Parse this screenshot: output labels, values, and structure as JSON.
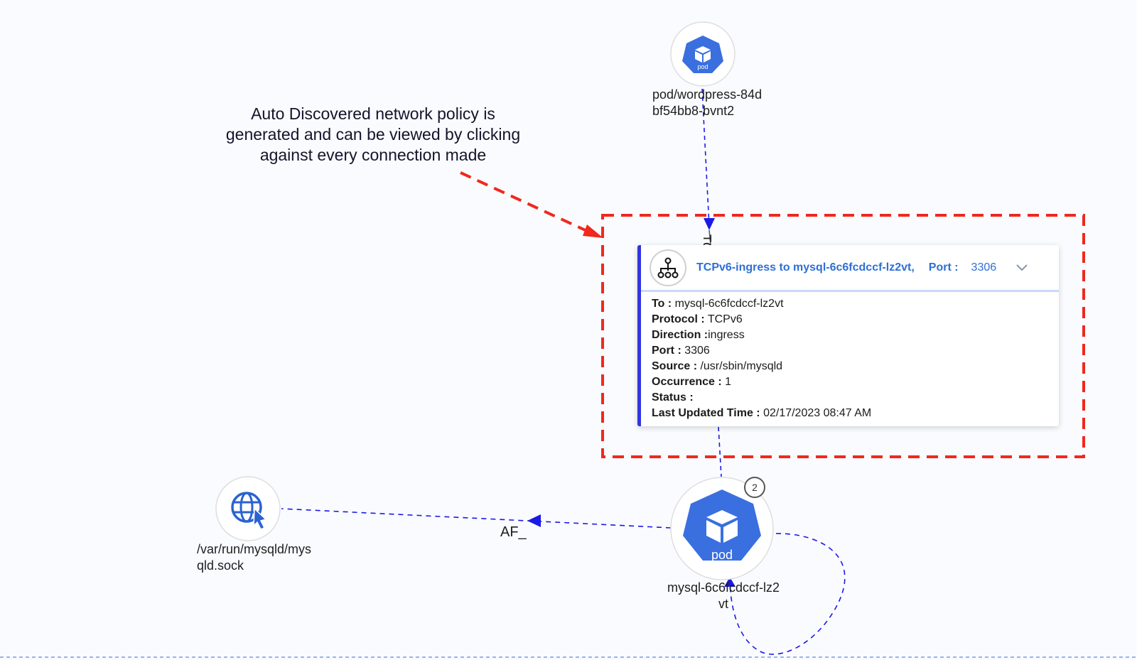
{
  "annotation": {
    "line1": "Auto Discovered network policy is",
    "line2": "generated and can be viewed by clicking",
    "line3": "against every connection made"
  },
  "nodes": {
    "wordpress": {
      "line1": "pod/wordpress-84d",
      "line2": "bf54bb8-bvnt2",
      "icon_text": "pod"
    },
    "mysql": {
      "line1": "mysql-6c6fcdccf-lz2",
      "line2": "vt",
      "icon_text": "pod",
      "badge": "2"
    },
    "socket": {
      "line1": "/var/run/mysqld/mys",
      "line2": "qld.sock"
    }
  },
  "edges": {
    "af_label": "AF_",
    "tc_label": "TC"
  },
  "card": {
    "title": "TCPv6-ingress to mysql-6c6fcdccf-lz2vt,",
    "port_label": "Port :",
    "port_value": "3306",
    "rows": [
      {
        "key": "To :",
        "value": " mysql-6c6fcdccf-lz2vt"
      },
      {
        "key": "Protocol :",
        "value": " TCPv6"
      },
      {
        "key": "Direction :",
        "value": "ingress"
      },
      {
        "key": "Port :",
        "value": " 3306"
      },
      {
        "key": "Source :",
        "value": " /usr/sbin/mysqld"
      },
      {
        "key": "Occurrence :",
        "value": " 1"
      },
      {
        "key": "Status :",
        "value": ""
      },
      {
        "key": "Last Updated Time :",
        "value": " 02/17/2023 08:47 AM"
      }
    ]
  },
  "colors": {
    "edge": "#1a1ae6",
    "highlight": "#f0281e",
    "pod": "#3a6fe0",
    "accent": "#2d6fd6"
  }
}
